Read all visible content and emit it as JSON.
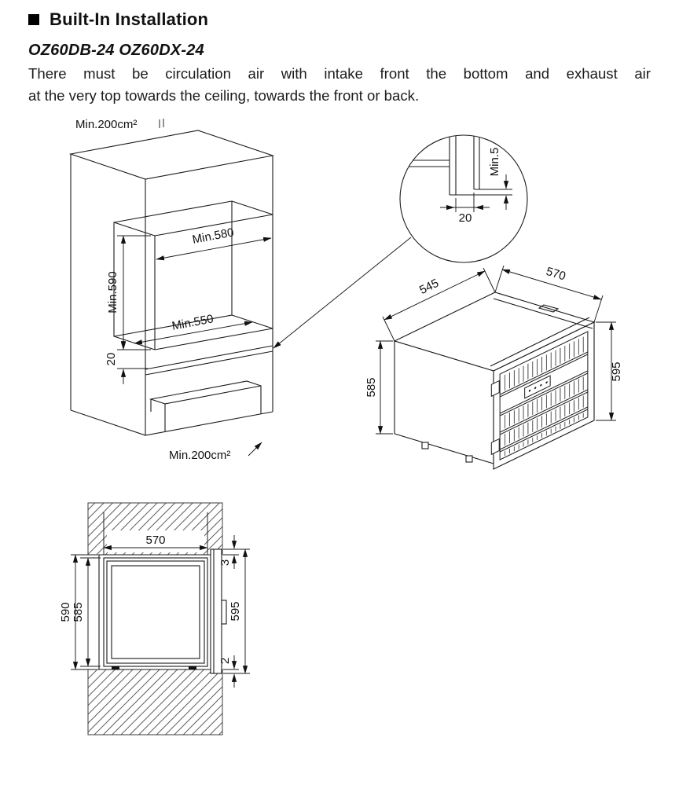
{
  "header": {
    "title": "Built-In Installation",
    "models": "OZ60DB-24 OZ60DX-24"
  },
  "intro": {
    "line1": "There must be circulation air with intake front the bottom and exhaust air",
    "line2": "at the very top towards the ceiling, towards the front or back."
  },
  "cabinet_diagram": {
    "top_vent_area": "Min.200cm²",
    "niche_width": "Min.580",
    "niche_height": "Min.590",
    "niche_depth": "Min.550",
    "bottom_clearance": "20",
    "bottom_vent_area": "Min.200cm²"
  },
  "detail_circle": {
    "top_clearance": "Min.5",
    "setback": "20"
  },
  "appliance_diagram": {
    "depth": "545",
    "width": "570",
    "body_height": "585",
    "door_height": "595"
  },
  "front_section": {
    "width": "570",
    "niche_height": "590",
    "body_height": "585",
    "top_overlap": "3",
    "door_height": "595",
    "bottom_overlap": "2"
  }
}
